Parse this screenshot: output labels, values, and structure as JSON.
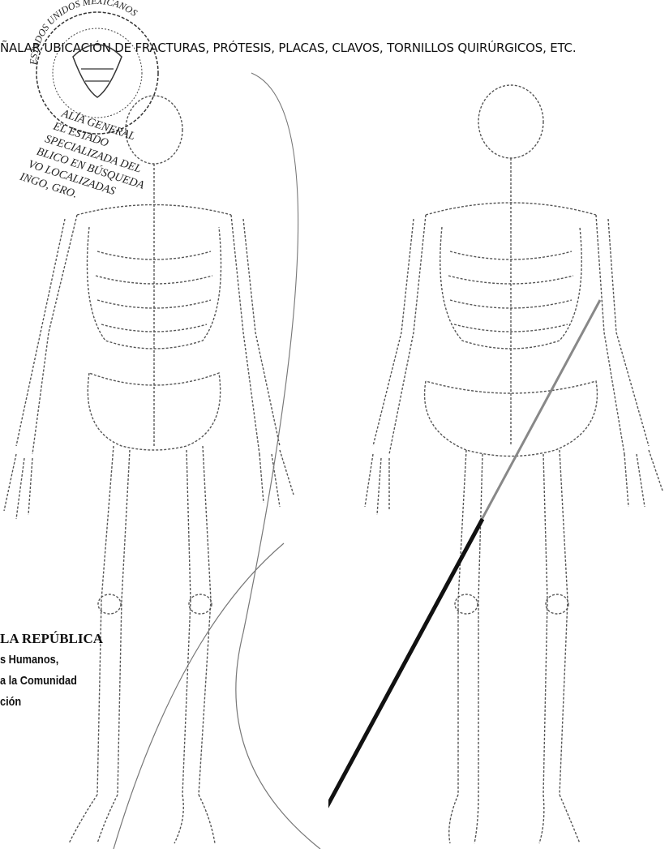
{
  "header": {
    "instruction": "ÑALAR UBICACIÓN DE FRACTURAS, PRÓTESIS, PLACAS, CLAVOS, TORNILLOS QUIRÚRGICOS, ETC."
  },
  "seal": {
    "arc_text": "ESTADOS UNIDOS MEXICANOS",
    "lines": [
      "ALÍA GENERAL",
      "EL ESTADO",
      "SPECIALIZADA DEL",
      "BLICO EN BÚSQUEDA",
      "VO LOCALIZADAS",
      "INGO, GRO."
    ]
  },
  "left_block": {
    "line1": "LA REPÚBLICA",
    "line2": "s Humanos,",
    "line3": "a la Comunidad",
    "line4": "ción"
  },
  "figures": {
    "front_view": "skeleton-front",
    "back_view": "skeleton-back"
  }
}
